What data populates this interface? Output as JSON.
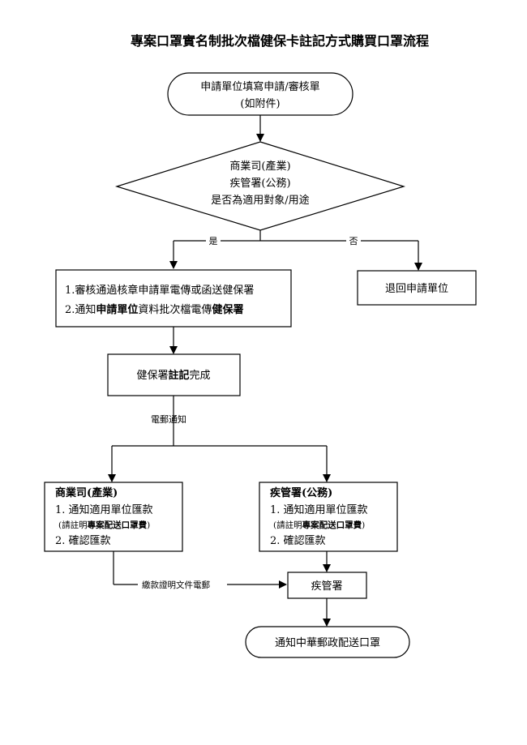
{
  "title": "專案口罩實名制批次檔健保卡註記方式購買口罩流程",
  "start": {
    "line1": "申請單位填寫申請/審核單",
    "line2": "(如附件)"
  },
  "decision": {
    "line1": "商業司(產業)",
    "line2": "疾管署(公務)",
    "line3": "是否為適用對象/用途"
  },
  "branch": {
    "yes": "是",
    "no": "否"
  },
  "approve": {
    "line1": "1.審核通過核章申請單電傳或函送健保署",
    "line2_a": "2.通知",
    "line2_b": "申請單位",
    "line2_c": "資料批次檔電傳",
    "line2_d": "健保署"
  },
  "reject": {
    "label": "退回申請單位"
  },
  "nhi": {
    "a": "健保署",
    "b": "註記",
    "c": "完成"
  },
  "email_notice": "電郵通知",
  "moea": {
    "title": "商業司(產業)",
    "item1": "1. 通知適用單位匯款",
    "note_a": "(請註明",
    "note_b": "專案配送口罩費",
    "note_c": ")",
    "item2": "2. 確認匯款"
  },
  "cdc": {
    "title": "疾管署(公務)",
    "item1": "1. 通知適用單位匯款",
    "note_a": "(請註明",
    "note_b": "專案配送口罩費",
    "note_c": ")",
    "item2": "2. 確認匯款"
  },
  "proof_email": "繳款證明文件電郵",
  "cdc_final": {
    "label": "疾管署"
  },
  "end": {
    "label": "通知中華郵政配送口罩"
  }
}
